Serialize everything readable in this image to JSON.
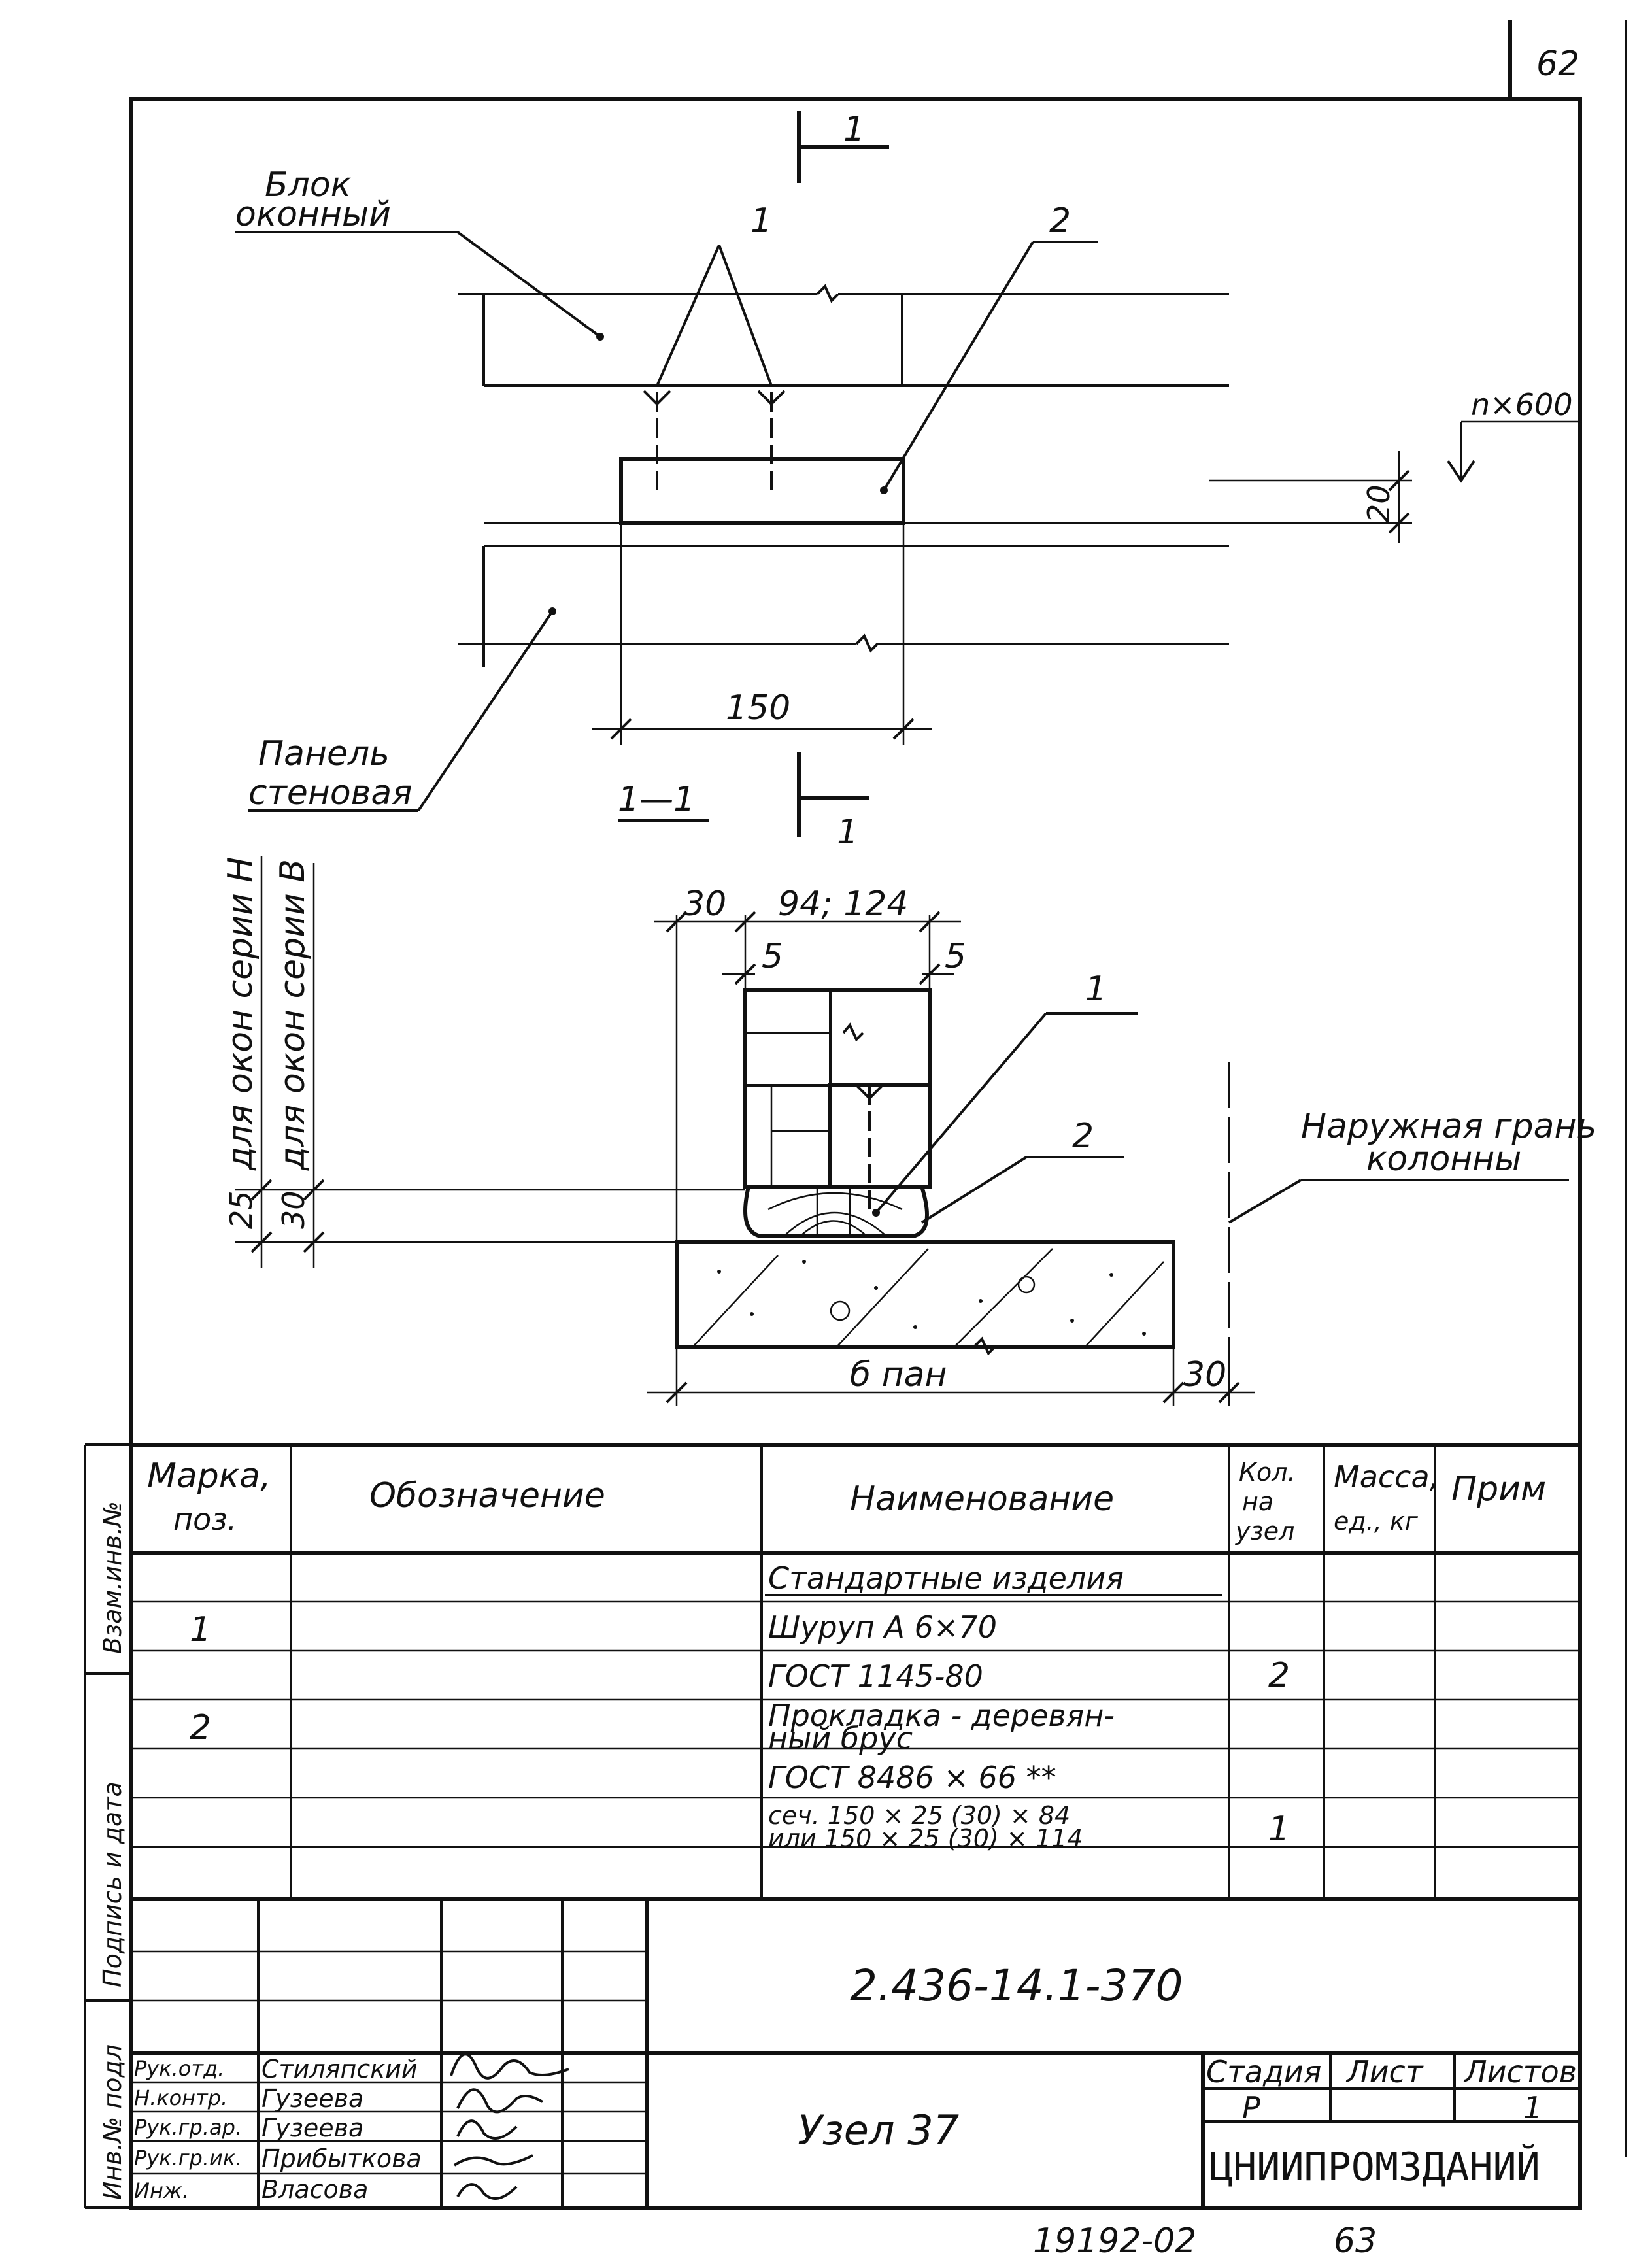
{
  "sheet_number_top": "62",
  "drawing": {
    "label_window_block": [
      "Блок",
      "оконный"
    ],
    "label_wall_panel": [
      "Панель",
      "стеновая"
    ],
    "label_outer_face": [
      "Наружная грань",
      "колонны"
    ],
    "section_mark": "1",
    "section_title": "1—1",
    "pos1": "1",
    "pos2": "2",
    "dim_150": "150",
    "dim_20": "20",
    "dim_nx600": "n×600",
    "dim_30_left": "30",
    "dim_94_124": "94; 124",
    "dim_5": "5",
    "dim_25": "25",
    "dim_30_vert": "30",
    "dim_30_right": "30",
    "dim_b_pan": "б пан",
    "note_series_h": "для окон серии Н",
    "note_series_b": "для окон серии В"
  },
  "spec_table": {
    "headers": {
      "mark": [
        "Марка,",
        "поз."
      ],
      "designation": "Обозначение",
      "name": "Наименование",
      "qty": [
        "Кол.",
        "на",
        "узел"
      ],
      "mass": [
        "Масса,",
        "ед., кг"
      ],
      "note": "Прим"
    },
    "rows": [
      {
        "mark": "",
        "name": "Стандартные изделия",
        "qty": ""
      },
      {
        "mark": "1",
        "name": "Шуруп А 6×70",
        "qty": ""
      },
      {
        "mark": "",
        "name": "ГОСТ 1145-80",
        "qty": "2"
      },
      {
        "mark": "2",
        "name": "Прокладка - деревян-",
        "name2": "ный брус",
        "qty": ""
      },
      {
        "mark": "",
        "name": "ГОСТ 8486 × 66 **",
        "qty": ""
      },
      {
        "mark": "",
        "name": "сеч. 150 × 25 (30) × 84",
        "name2": "или 150 × 25 (30) × 114",
        "qty": "1"
      }
    ]
  },
  "side_stamps": [
    "Взам.инв.№",
    "Подпись и дата",
    "Инв.№ подл"
  ],
  "title_block": {
    "document_code": "2.436-14.1-370",
    "title": "Узел 37",
    "stage_label": "Стадия",
    "sheet_label": "Лист",
    "sheets_label": "Листов",
    "stage": "Р",
    "sheets": "1",
    "organization": "ЦНИИПРОМЗДАНИЙ",
    "staff": [
      {
        "role": "Рук.отд.",
        "name": "Стиляпский"
      },
      {
        "role": "Н.контр.",
        "name": "Гузеева"
      },
      {
        "role": "Рук.гр.ар.",
        "name": "Гузеева"
      },
      {
        "role": "Рук.гр.ик.",
        "name": "Прибыткова"
      },
      {
        "role": "Инж.",
        "name": "Власова"
      }
    ]
  },
  "footer": {
    "archive_number": "19192-02",
    "page": "63"
  }
}
